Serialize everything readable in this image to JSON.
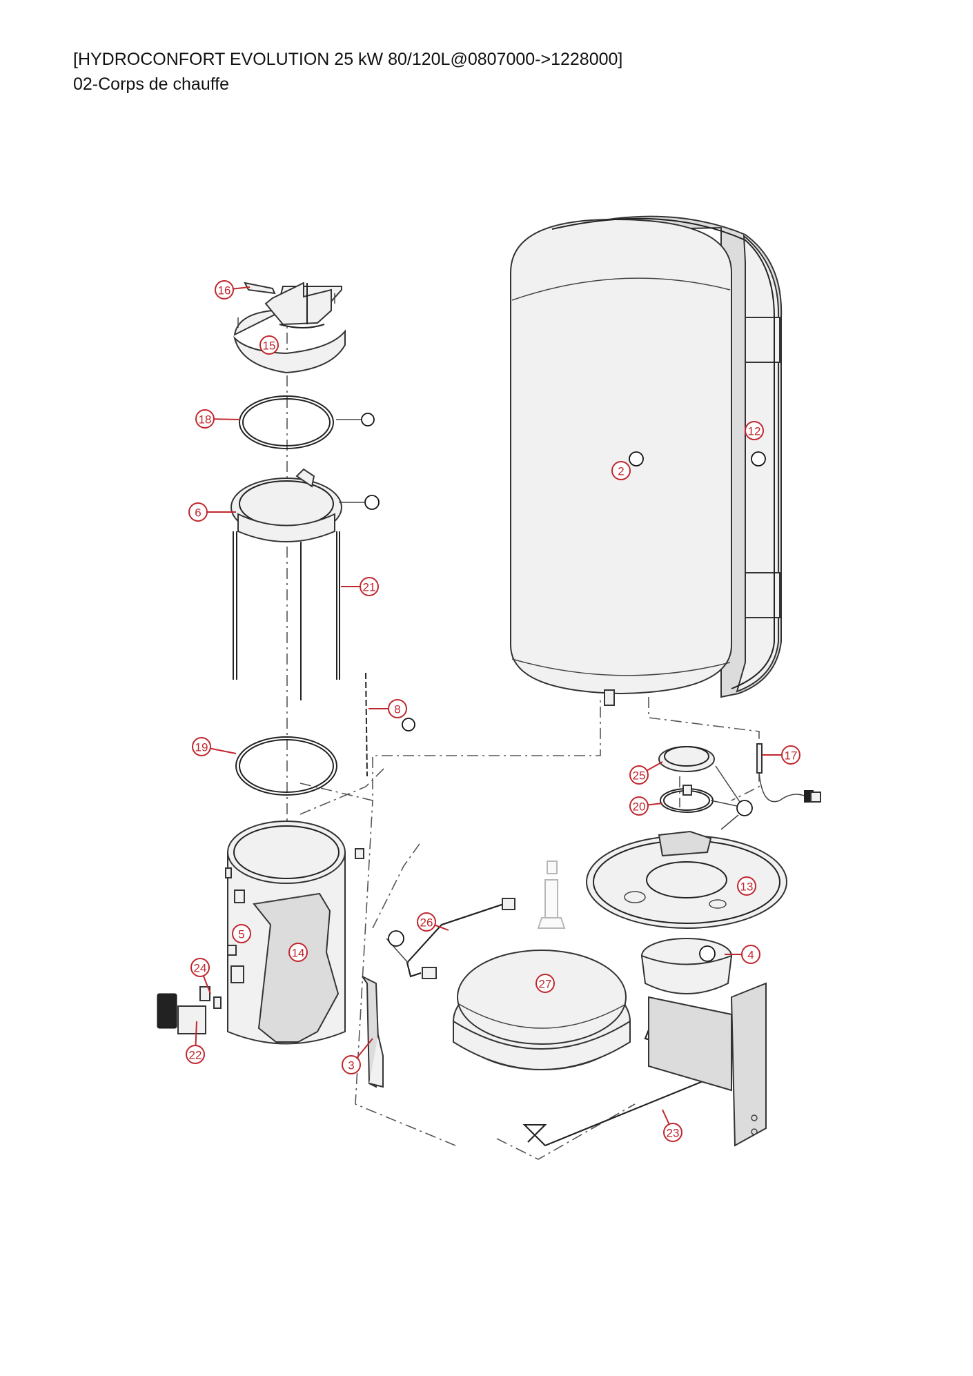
{
  "header": {
    "title": "[HYDROCONFORT EVOLUTION 25 kW  80/120L@0807000->1228000]",
    "subtitle": "02-Corps de chauffe"
  },
  "callouts": [
    {
      "id": "c16",
      "label": "16"
    },
    {
      "id": "c15",
      "label": "15"
    },
    {
      "id": "c18",
      "label": "18"
    },
    {
      "id": "c6",
      "label": "6"
    },
    {
      "id": "c21",
      "label": "21"
    },
    {
      "id": "c8",
      "label": "8"
    },
    {
      "id": "c19",
      "label": "19"
    },
    {
      "id": "c5",
      "label": "5"
    },
    {
      "id": "c14",
      "label": "14"
    },
    {
      "id": "c24",
      "label": "24"
    },
    {
      "id": "c22",
      "label": "22"
    },
    {
      "id": "c3",
      "label": "3"
    },
    {
      "id": "c26",
      "label": "26"
    },
    {
      "id": "c27",
      "label": "27"
    },
    {
      "id": "c23",
      "label": "23"
    },
    {
      "id": "c4",
      "label": "4"
    },
    {
      "id": "c13",
      "label": "13"
    },
    {
      "id": "c20",
      "label": "20"
    },
    {
      "id": "c25",
      "label": "25"
    },
    {
      "id": "c17",
      "label": "17"
    },
    {
      "id": "c12",
      "label": "12"
    },
    {
      "id": "c2",
      "label": "2"
    }
  ]
}
